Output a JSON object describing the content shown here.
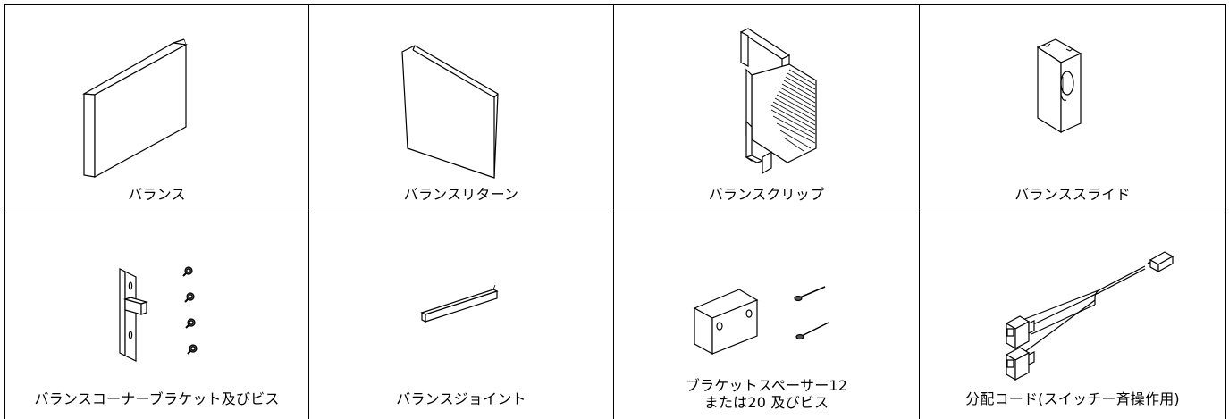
{
  "parts": [
    {
      "label": "バランス",
      "icon": "valance-board-icon"
    },
    {
      "label": "バランスリターン",
      "icon": "valance-return-icon"
    },
    {
      "label": "バランスクリップ",
      "icon": "valance-clip-icon"
    },
    {
      "label": "バランススライド",
      "icon": "valance-slide-icon"
    },
    {
      "label": "バランスコーナーブラケット及びビス",
      "icon": "corner-bracket-and-screws-icon"
    },
    {
      "label": "バランスジョイント",
      "icon": "valance-joint-icon"
    },
    {
      "label_line1": "ブラケットスペーサー12",
      "label_line2": "または20 及びビス",
      "icon": "bracket-spacer-and-screws-icon"
    },
    {
      "label": "分配コード(スイッチー斉操作用)",
      "icon": "distribution-cord-icon"
    }
  ]
}
